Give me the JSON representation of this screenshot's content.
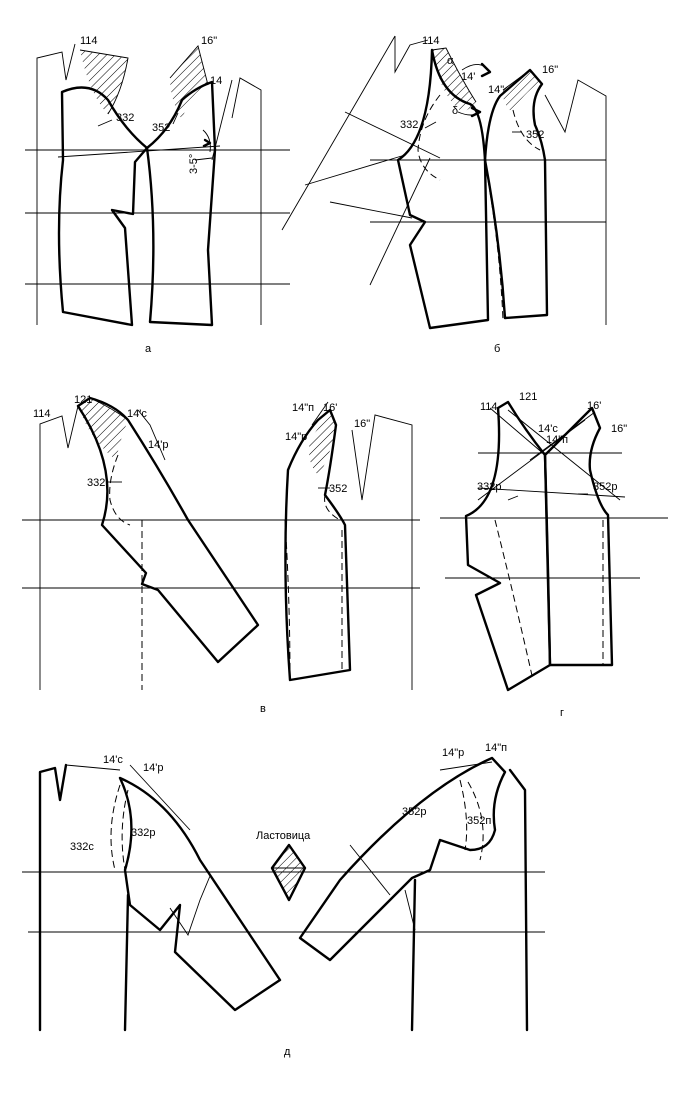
{
  "panels": {
    "a": {
      "caption": "а",
      "labels": {
        "p114": "114",
        "p16": "16\"",
        "p14": "14",
        "p332": "332",
        "p352": "352",
        "angle": "3-5°"
      }
    },
    "b": {
      "caption": "б",
      "labels": {
        "p114": "114",
        "alpha": "α",
        "p14p": "14'",
        "p14pp": "14\"",
        "p16": "16\"",
        "delta": "δ",
        "p332": "332",
        "p352": "352"
      }
    },
    "v": {
      "caption": "в",
      "labels": {
        "p114": "114",
        "p121": "121",
        "p14c": "14'с",
        "p14r": "14'р",
        "p332": "332",
        "p14n": "14\"п",
        "p16p": "16'",
        "p16pp": "16\"",
        "p14rr": "14\"р",
        "p352": "352"
      }
    },
    "g": {
      "caption": "г",
      "labels": {
        "p114": "114",
        "p121": "121",
        "p16p": "16'",
        "p14c": "14'с",
        "p14n": "14\"п",
        "p16pp": "16\"",
        "p332r": "332р",
        "p352r": "352р"
      }
    },
    "d": {
      "caption": "д",
      "labels": {
        "p14c": "14'с",
        "p14r": "14'р",
        "p332c": "332с",
        "p332r": "332р",
        "gusset": "Ластовица",
        "p14rr": "14\"р",
        "p14n": "14\"п",
        "p352r": "352р",
        "p352n": "352п"
      }
    }
  }
}
